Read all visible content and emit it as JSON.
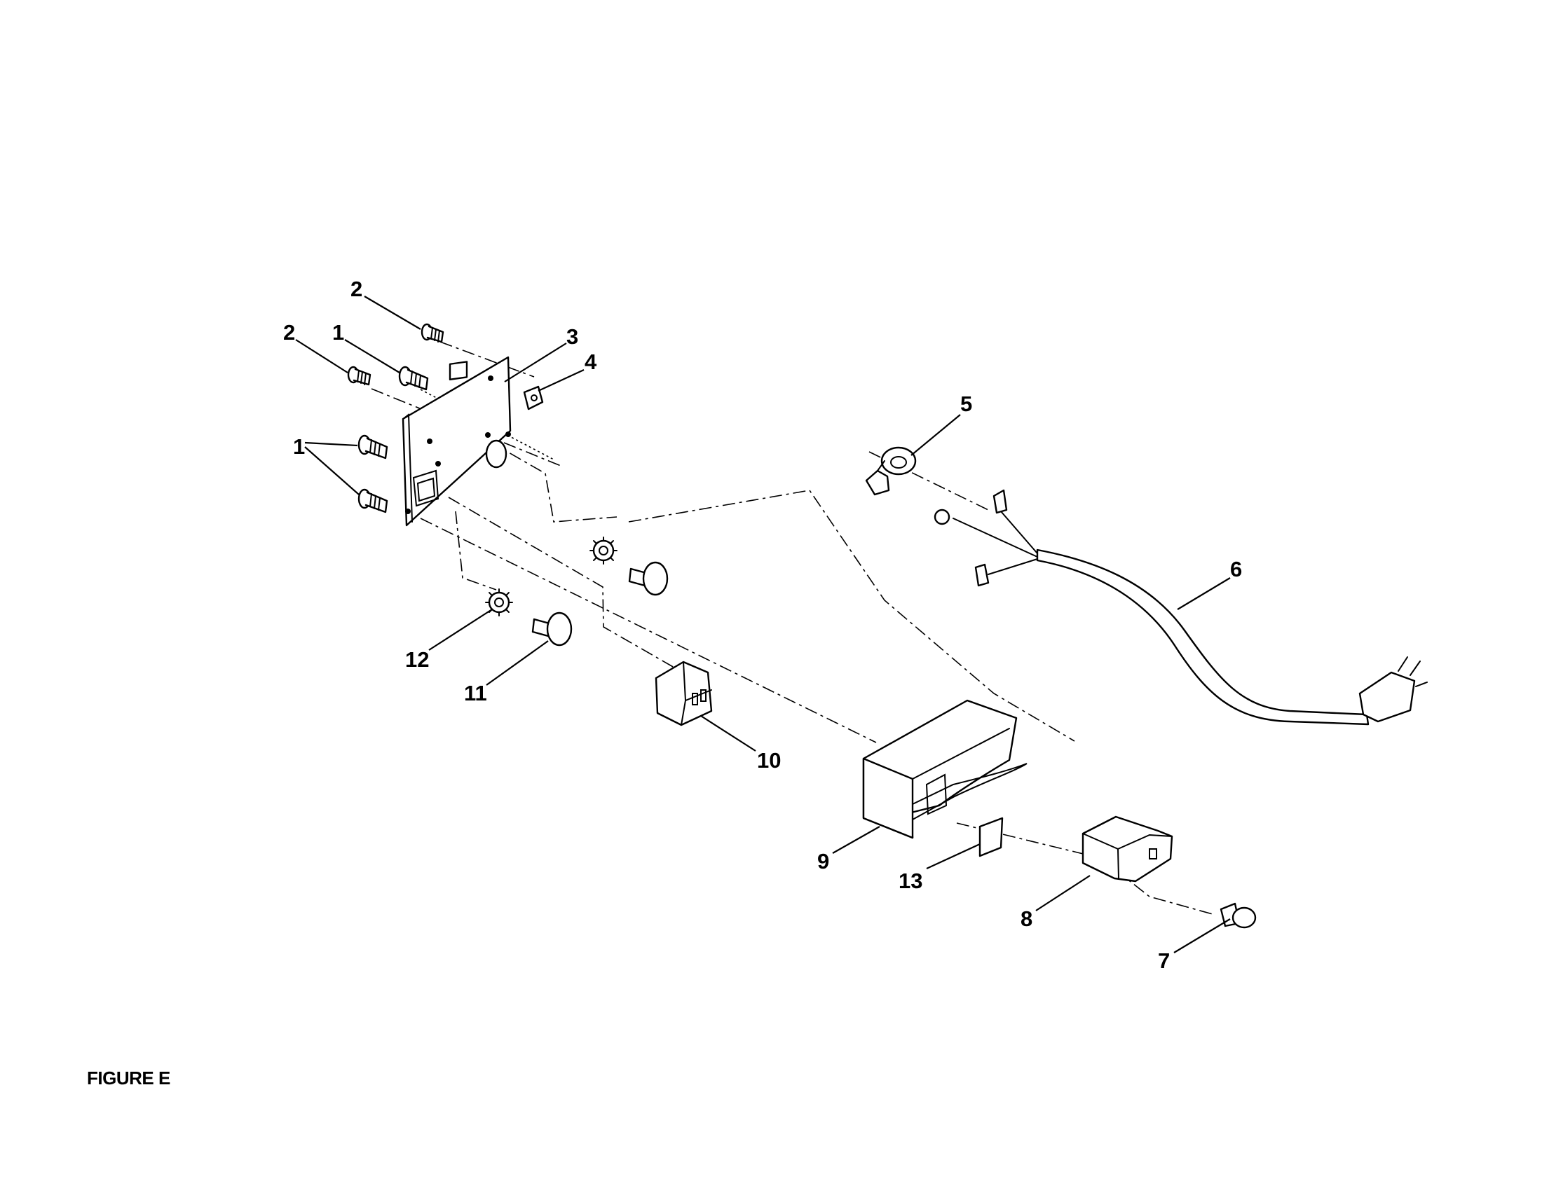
{
  "figure": {
    "title": "FIGURE E"
  },
  "callouts": [
    {
      "id": "callout-2-top",
      "text": "2"
    },
    {
      "id": "callout-2-left",
      "text": "2"
    },
    {
      "id": "callout-1-top",
      "text": "1"
    },
    {
      "id": "callout-3",
      "text": "3"
    },
    {
      "id": "callout-4",
      "text": "4"
    },
    {
      "id": "callout-1-left",
      "text": "1"
    },
    {
      "id": "callout-5",
      "text": "5"
    },
    {
      "id": "callout-6",
      "text": "6"
    },
    {
      "id": "callout-12",
      "text": "12"
    },
    {
      "id": "callout-11",
      "text": "11"
    },
    {
      "id": "callout-10",
      "text": "10"
    },
    {
      "id": "callout-9",
      "text": "9"
    },
    {
      "id": "callout-13",
      "text": "13"
    },
    {
      "id": "callout-8",
      "text": "8"
    },
    {
      "id": "callout-7",
      "text": "7"
    }
  ],
  "parts": [
    {
      "name": "mounting-screw",
      "icon": "screw-icon",
      "callout": "1"
    },
    {
      "name": "small-screw",
      "icon": "screw-icon",
      "callout": "2"
    },
    {
      "name": "switch-plate",
      "icon": "plate-icon",
      "callout": "3"
    },
    {
      "name": "square-nut",
      "icon": "nut-icon",
      "callout": "4"
    },
    {
      "name": "strain-relief",
      "icon": "clamp-icon",
      "callout": "5"
    },
    {
      "name": "power-cord",
      "icon": "plug-icon",
      "callout": "6"
    },
    {
      "name": "switch-key",
      "icon": "key-icon",
      "callout": "7"
    },
    {
      "name": "rocker-switch",
      "icon": "switch-icon",
      "callout": "8"
    },
    {
      "name": "switch-housing",
      "icon": "housing-icon",
      "callout": "9"
    },
    {
      "name": "receptacle",
      "icon": "outlet-icon",
      "callout": "10"
    },
    {
      "name": "truss-screw",
      "icon": "screw-icon",
      "callout": "11"
    },
    {
      "name": "lock-washer",
      "icon": "washer-icon",
      "callout": "12"
    },
    {
      "name": "label",
      "icon": "label-icon",
      "callout": "13"
    }
  ]
}
